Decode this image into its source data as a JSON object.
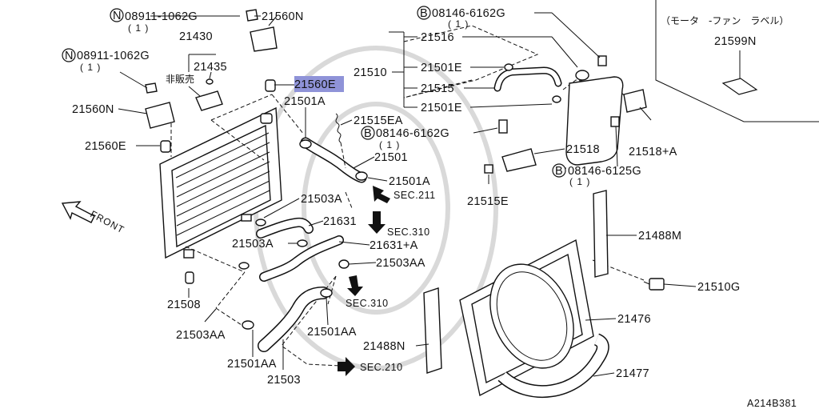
{
  "labels": {
    "n_08911_1062g_top": "08911-1062G",
    "n_08911_1062g_left": "08911-1062G",
    "qty_1": "( 1 )",
    "p21560n_top": "21560N",
    "p21430": "21430",
    "p21435": "21435",
    "not_for_sale": "非販売",
    "p21560e_highlight": "21560E",
    "p21501a_top": "21501A",
    "p21560n_left": "21560N",
    "p21560e_left": "21560E",
    "b_08146_6162g_top": "08146-6162G",
    "p21516": "21516",
    "p21510": "21510",
    "p21501e_top": "21501E",
    "p21515": "21515",
    "p21501e_bottom": "21501E",
    "p21515ea": "21515EA",
    "b_08146_6162g_mid": "08146-6162G",
    "p21501": "21501",
    "p21501a_mid": "21501A",
    "sec211": "SEC.211",
    "p21518": "21518",
    "p21518a": "21518+A",
    "b_08146_6125g": "08146-6125G",
    "p21515e": "21515E",
    "p21503a_top": "21503A",
    "p21631": "21631",
    "sec310_top": "SEC.310",
    "p21503a_mid": "21503A",
    "p21631a": "21631+A",
    "p21503aa_right": "21503AA",
    "sec310_mid": "SEC.310",
    "p21508": "21508",
    "p21503aa_left": "21503AA",
    "p21501aa_mid": "21501AA",
    "p21488n": "21488N",
    "p21501aa_bottom": "21501AA",
    "sec210": "SEC.210",
    "p21503": "21503",
    "p21488m": "21488M",
    "p21510g": "21510G",
    "p21476": "21476",
    "p21477": "21477",
    "front": "FRONT",
    "motor_fan_label": "（モータ　-ファン　ラベル）",
    "p21599n": "21599N",
    "diagram_code": "A214B381",
    "marker_n": "N",
    "marker_b": "B"
  },
  "colors": {
    "highlight": "#8f93d8",
    "line": "#111111"
  }
}
